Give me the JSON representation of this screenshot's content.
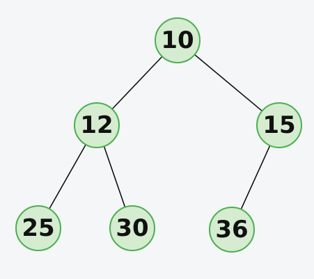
{
  "tree": {
    "node_color": "#d5ecd0",
    "node_border_color": "#4caf50",
    "edge_color": "#111111",
    "nodes": {
      "n10": "10",
      "n12": "12",
      "n15": "15",
      "n25": "25",
      "n30": "30",
      "n36": "36"
    },
    "edges": [
      [
        "n10",
        "n12"
      ],
      [
        "n10",
        "n15"
      ],
      [
        "n12",
        "n25"
      ],
      [
        "n12",
        "n30"
      ],
      [
        "n15",
        "n36"
      ]
    ]
  }
}
